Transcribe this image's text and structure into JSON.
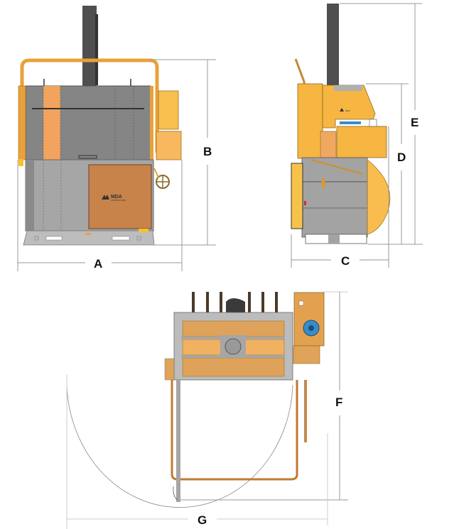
{
  "diagram": {
    "views": [
      {
        "name": "front-view"
      },
      {
        "name": "side-view"
      },
      {
        "name": "top-view"
      }
    ],
    "dimensions": {
      "A": "A",
      "B": "B",
      "C": "C",
      "D": "D",
      "E": "E",
      "F": "F",
      "G": "G"
    },
    "logo": {
      "brand": "MDA",
      "sub": "COMPACTORS"
    },
    "colors": {
      "gray_dark": "#7d7d7d",
      "gray_mid": "#9a9a9a",
      "gray_light": "#bdbdbd",
      "orange_panel": "#f2a35e",
      "yellow": "#f7b541",
      "yellow_light": "#fac862",
      "copper": "#c9834a",
      "tan": "#e0a35a",
      "blue": "#3a8cc8",
      "cylinder": "#4a4a4a",
      "dim_line": "#999999"
    }
  }
}
